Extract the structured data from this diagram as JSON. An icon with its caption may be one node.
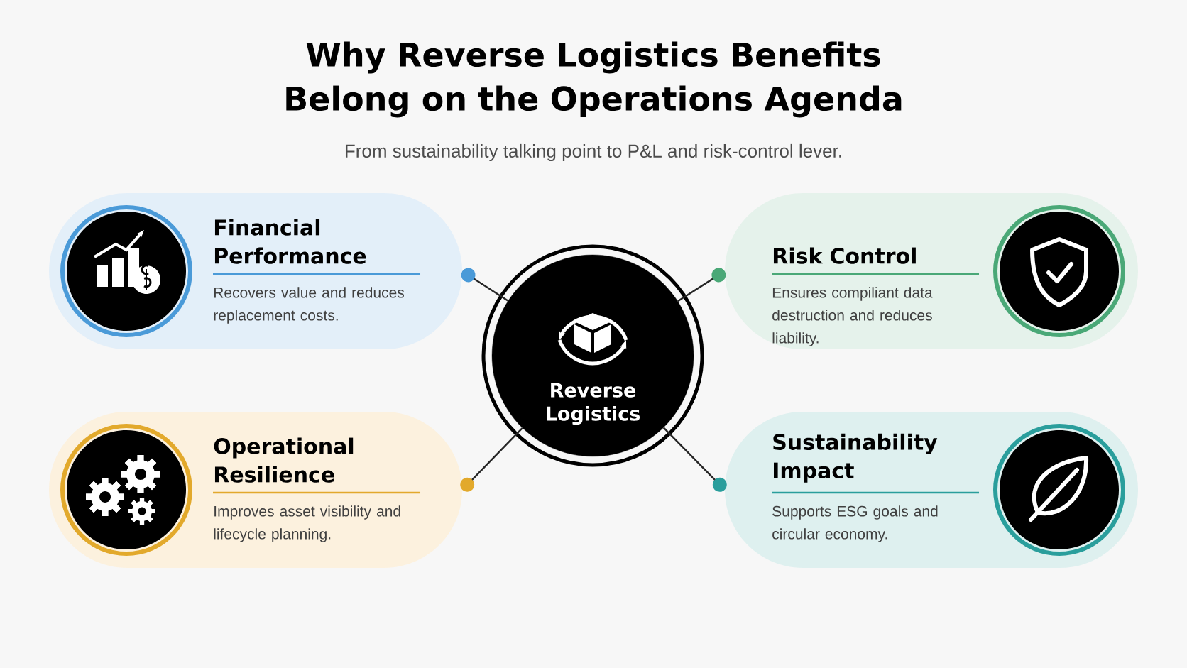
{
  "diagram": {
    "title": "Why Reverse Logistics Benefits Belong on the Operations Agenda",
    "nodes": [
      {
        "text": [
          "Reverse Logistics"
        ]
      },
      {
        "text": [
          "Financial Performance",
          "Recovers value and reduces replacement costs."
        ]
      },
      {
        "text": [
          "Risk Control",
          "Ensures compiliant data destruction and reduces liability."
        ]
      },
      {
        "text": [
          "Operational Resilience",
          "Improves asset visibility and lifecycle planning."
        ]
      },
      {
        "text": [
          "Sustainability Impact",
          "Supports ESG goals and circular economy."
        ]
      }
    ],
    "edges": [
      {
        "from": 0,
        "to": 1,
        "arrow": "other"
      },
      {
        "from": 0,
        "to": 2,
        "arrow": "other"
      },
      {
        "from": 0,
        "to": 3,
        "arrow": "other"
      },
      {
        "from": 0,
        "to": 4,
        "arrow": "other"
      }
    ],
    "labels": [
      "From sustainability talking point to P&L and risk-control lever."
    ]
  }
}
